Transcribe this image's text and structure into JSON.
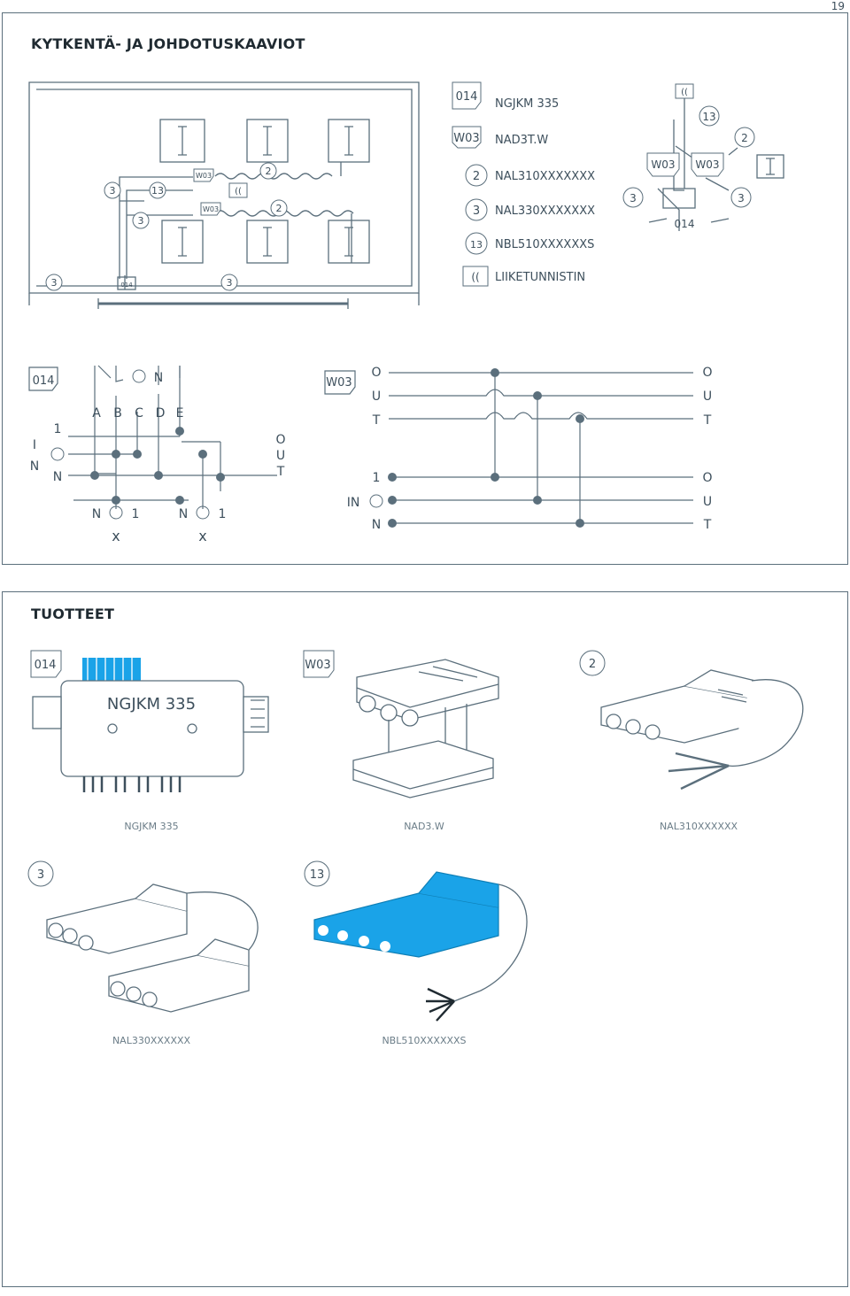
{
  "page_number": "19",
  "section1": {
    "title": "KYTKENTÄ- JA JOHDOTUSKAAVIOT",
    "legend": [
      {
        "tag": "014",
        "text": "NGJKM 335"
      },
      {
        "tag": "W03",
        "text": "NAD3T.W"
      },
      {
        "tag": "2",
        "text": "NAL310XXXXXXX"
      },
      {
        "tag": "3",
        "text": "NAL330XXXXXXX"
      },
      {
        "tag": "13",
        "text": "NBL510XXXXXXS"
      },
      {
        "tag": "((",
        "text": "LIIKETUNNISTIN"
      }
    ],
    "plan": {
      "tags": [
        "3",
        "13",
        "W03",
        "2",
        "((",
        "3",
        "W03",
        "2",
        "3",
        "014",
        "3"
      ]
    },
    "detail": {
      "tags": [
        "((",
        "13",
        "2",
        "W03",
        "W03",
        "3",
        "3",
        "014"
      ]
    },
    "wiring_left": {
      "tag": "014",
      "top_labels": [
        "N"
      ],
      "letters": [
        "A",
        "B",
        "C",
        "D",
        "E"
      ],
      "in_labels": [
        "I",
        "N",
        "1",
        "N"
      ],
      "out_labels": [
        "O",
        "U",
        "T"
      ],
      "bottom_left": [
        "N",
        "1"
      ],
      "bottom_right": [
        "N",
        "1"
      ],
      "cross": "x"
    },
    "wiring_right": {
      "tag": "W03",
      "out_top_left": [
        "O",
        "U",
        "T"
      ],
      "out_top_right": [
        "O",
        "U",
        "T"
      ],
      "in_labels": [
        "1",
        "IN",
        "N"
      ],
      "out_bottom_right": [
        "O",
        "U",
        "T"
      ]
    }
  },
  "section2": {
    "title": "TUOTTEET",
    "products": [
      {
        "tag": "014",
        "body_label": "NGJKM 335",
        "caption": "NGJKM 335"
      },
      {
        "tag": "W03",
        "caption": "NAD3.W"
      },
      {
        "tag": "2",
        "caption": "NAL310XXXXXX"
      },
      {
        "tag": "3",
        "caption": "NAL330XXXXXX"
      },
      {
        "tag": "13",
        "caption": "NBL510XXXXXXS"
      }
    ]
  },
  "colors": {
    "line": "#5b6f7c",
    "text": "#3d4f5c",
    "highlight": "#1aa3e8"
  }
}
